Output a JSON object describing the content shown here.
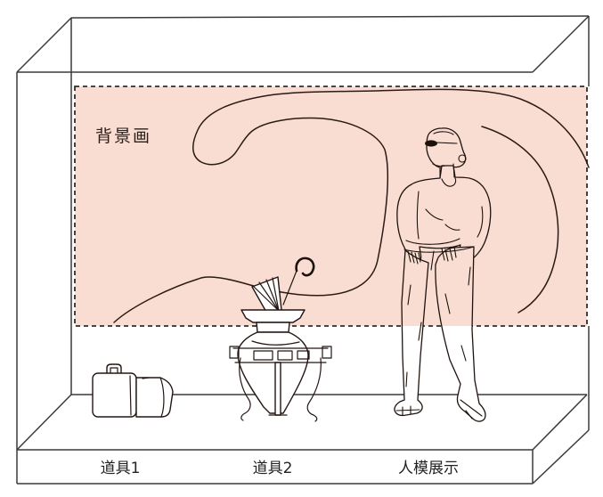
{
  "window_display_diagram": {
    "backdrop_label": "背景画",
    "platform_labels": {
      "prop1": "道具1",
      "prop2": "道具2",
      "mannequin": "人模展示"
    },
    "colors": {
      "backdrop_fill": "#f9ddd3",
      "sketch_line": "#2b1b15",
      "structure_line": "#3a3a3a",
      "label_text": "#222222",
      "page_background": "#ffffff"
    }
  }
}
